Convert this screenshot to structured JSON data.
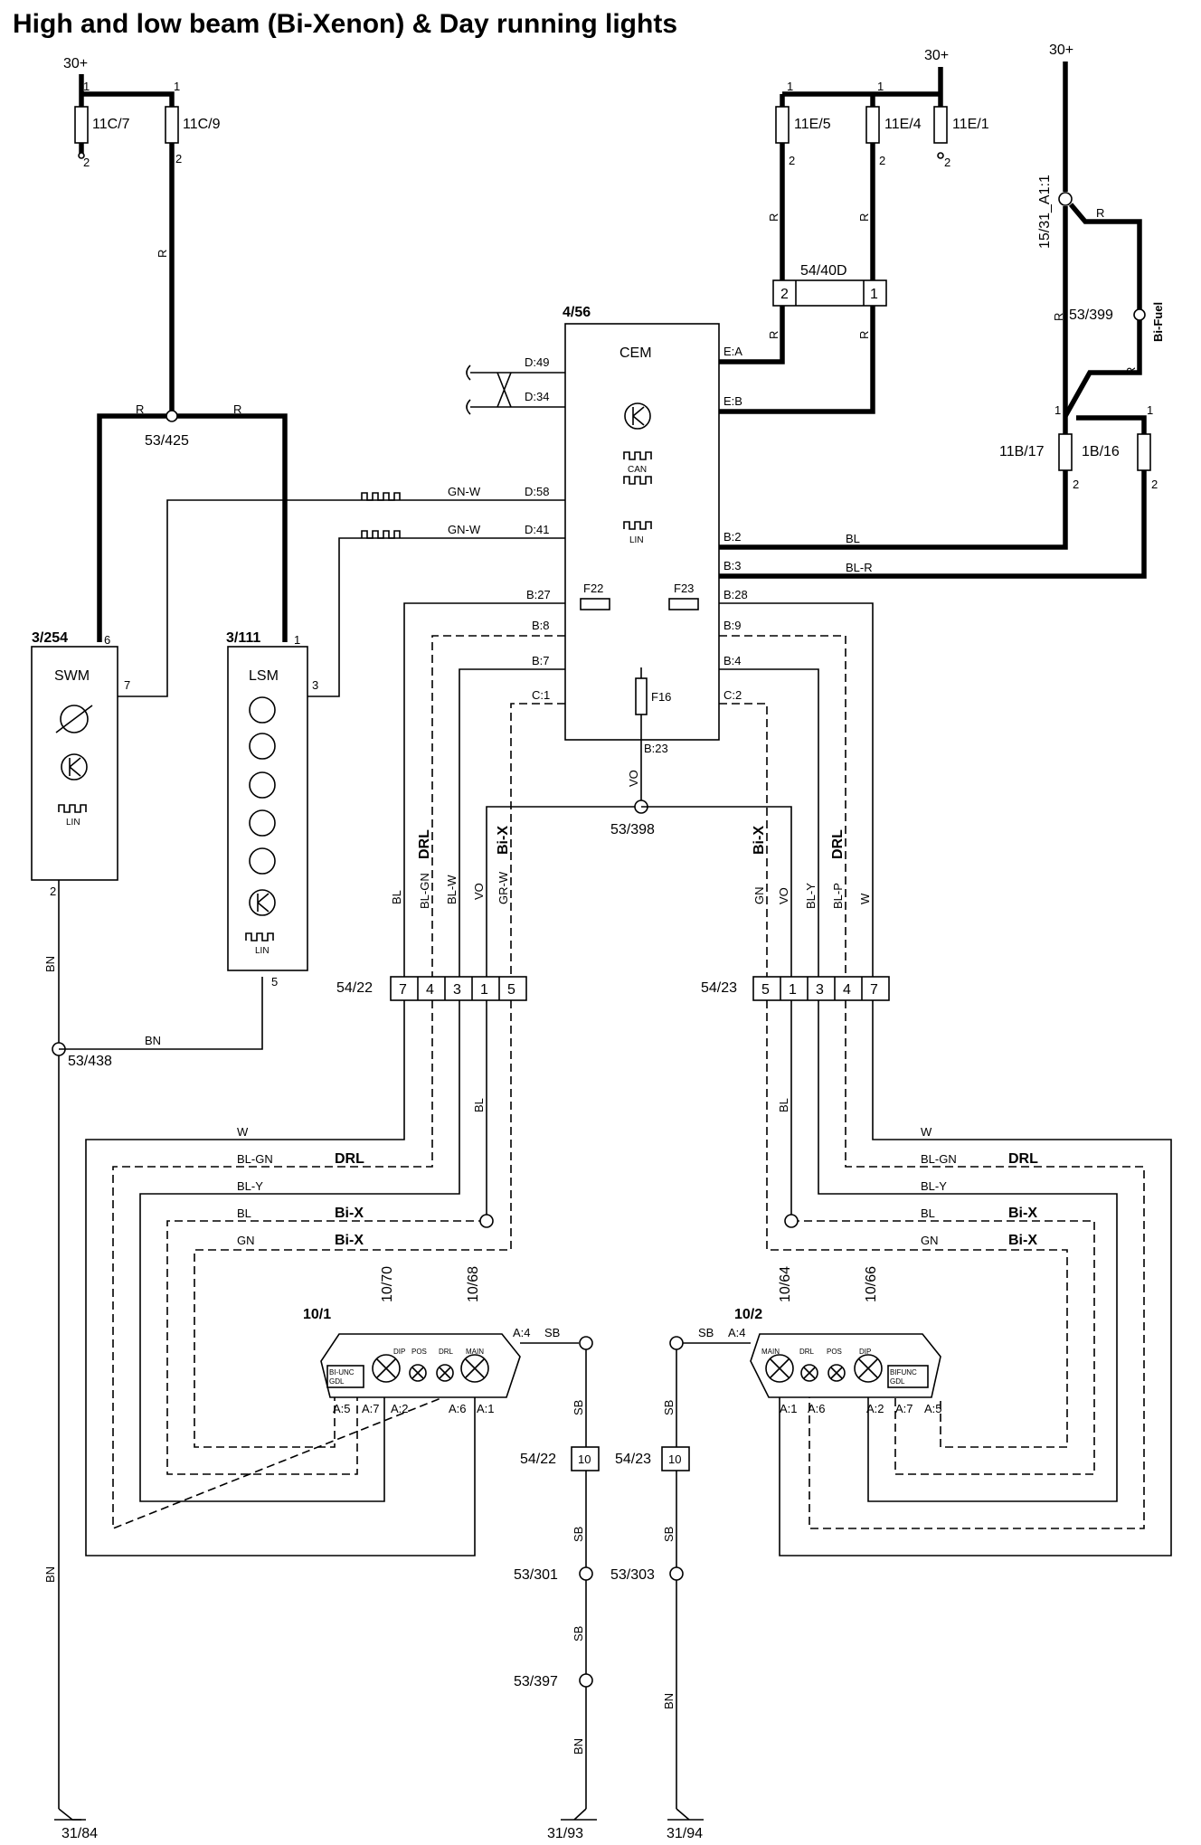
{
  "title": "High and low beam (Bi-Xenon) & Day running lights",
  "supply": [
    "30+",
    "30+",
    "30+"
  ],
  "fuses": {
    "f11c7": "11C/7",
    "f11c9": "11C/9",
    "f11e5": "11E/5",
    "f11e4": "11E/4",
    "f11e1": "11E/1",
    "f11b17": "11B/17",
    "f1b16": "1B/16",
    "f22": "F22",
    "f23": "F23",
    "f16": "F16"
  },
  "pins": {
    "one": "1",
    "two": "2",
    "three": "3",
    "four": "4",
    "five": "5",
    "six": "6",
    "seven": "7",
    "ten": "10"
  },
  "connectors": {
    "c5440d": "54/40D",
    "c5422": "54/22",
    "c5423": "54/23",
    "sw": "15/31_A1:1"
  },
  "splices": {
    "s53425": "53/425",
    "s53398": "53/398",
    "s53438": "53/438",
    "s53399": "53/399",
    "s53301": "53/301",
    "s53303": "53/303",
    "s53397": "53/397"
  },
  "grounds": {
    "g3184": "31/84",
    "g3193": "31/93",
    "g3194": "31/94"
  },
  "modules": {
    "cem": {
      "id": "4/56",
      "name": "CEM",
      "can": "CAN",
      "lin": "LIN"
    },
    "swm": {
      "id": "3/254",
      "name": "SWM",
      "lin": "LIN"
    },
    "lsm": {
      "id": "3/111",
      "name": "LSM",
      "lin": "LIN"
    },
    "left_lamp": {
      "id": "10/1",
      "bulb1": "10/70",
      "bulb2": "10/68",
      "box": "BI-UNC",
      "box2": "GDL",
      "dip": "DIP",
      "pos": "POS",
      "drl": "DRL",
      "main": "MAIN"
    },
    "right_lamp": {
      "id": "10/2",
      "bulb1": "10/64",
      "bulb2": "10/66",
      "box": "BIFUNC",
      "box2": "GDL",
      "dip": "DIP",
      "pos": "POS",
      "drl": "DRL",
      "main": "MAIN"
    }
  },
  "cem_pins": {
    "d49": "D:49",
    "d34": "D:34",
    "d58": "D:58",
    "d41": "D:41",
    "b27": "B:27",
    "b8": "B:8",
    "b7": "B:7",
    "c1": "C:1",
    "ea": "E:A",
    "eb": "E:B",
    "b2": "B:2",
    "b3": "B:3",
    "b28": "B:28",
    "b9": "B:9",
    "b4": "B:4",
    "c2": "C:2",
    "b23": "B:23"
  },
  "lamp_pins": {
    "a4": "A:4",
    "a5": "A:5",
    "a7": "A:7",
    "a2": "A:2",
    "a6": "A:6",
    "a1": "A:1"
  },
  "wires": {
    "R": "R",
    "GNW": "GN-W",
    "BL": "BL",
    "BLR": "BL-R",
    "BN": "BN",
    "VO": "VO",
    "BLGN": "BL-GN",
    "BLW": "BL-W",
    "GRW": "GR-W",
    "GN": "GN",
    "BLY": "BL-Y",
    "BLP": "BL-P",
    "W": "W",
    "SB": "SB",
    "DRL": "DRL",
    "BIX": "Bi-X",
    "bifuel": "Bi-Fuel"
  }
}
